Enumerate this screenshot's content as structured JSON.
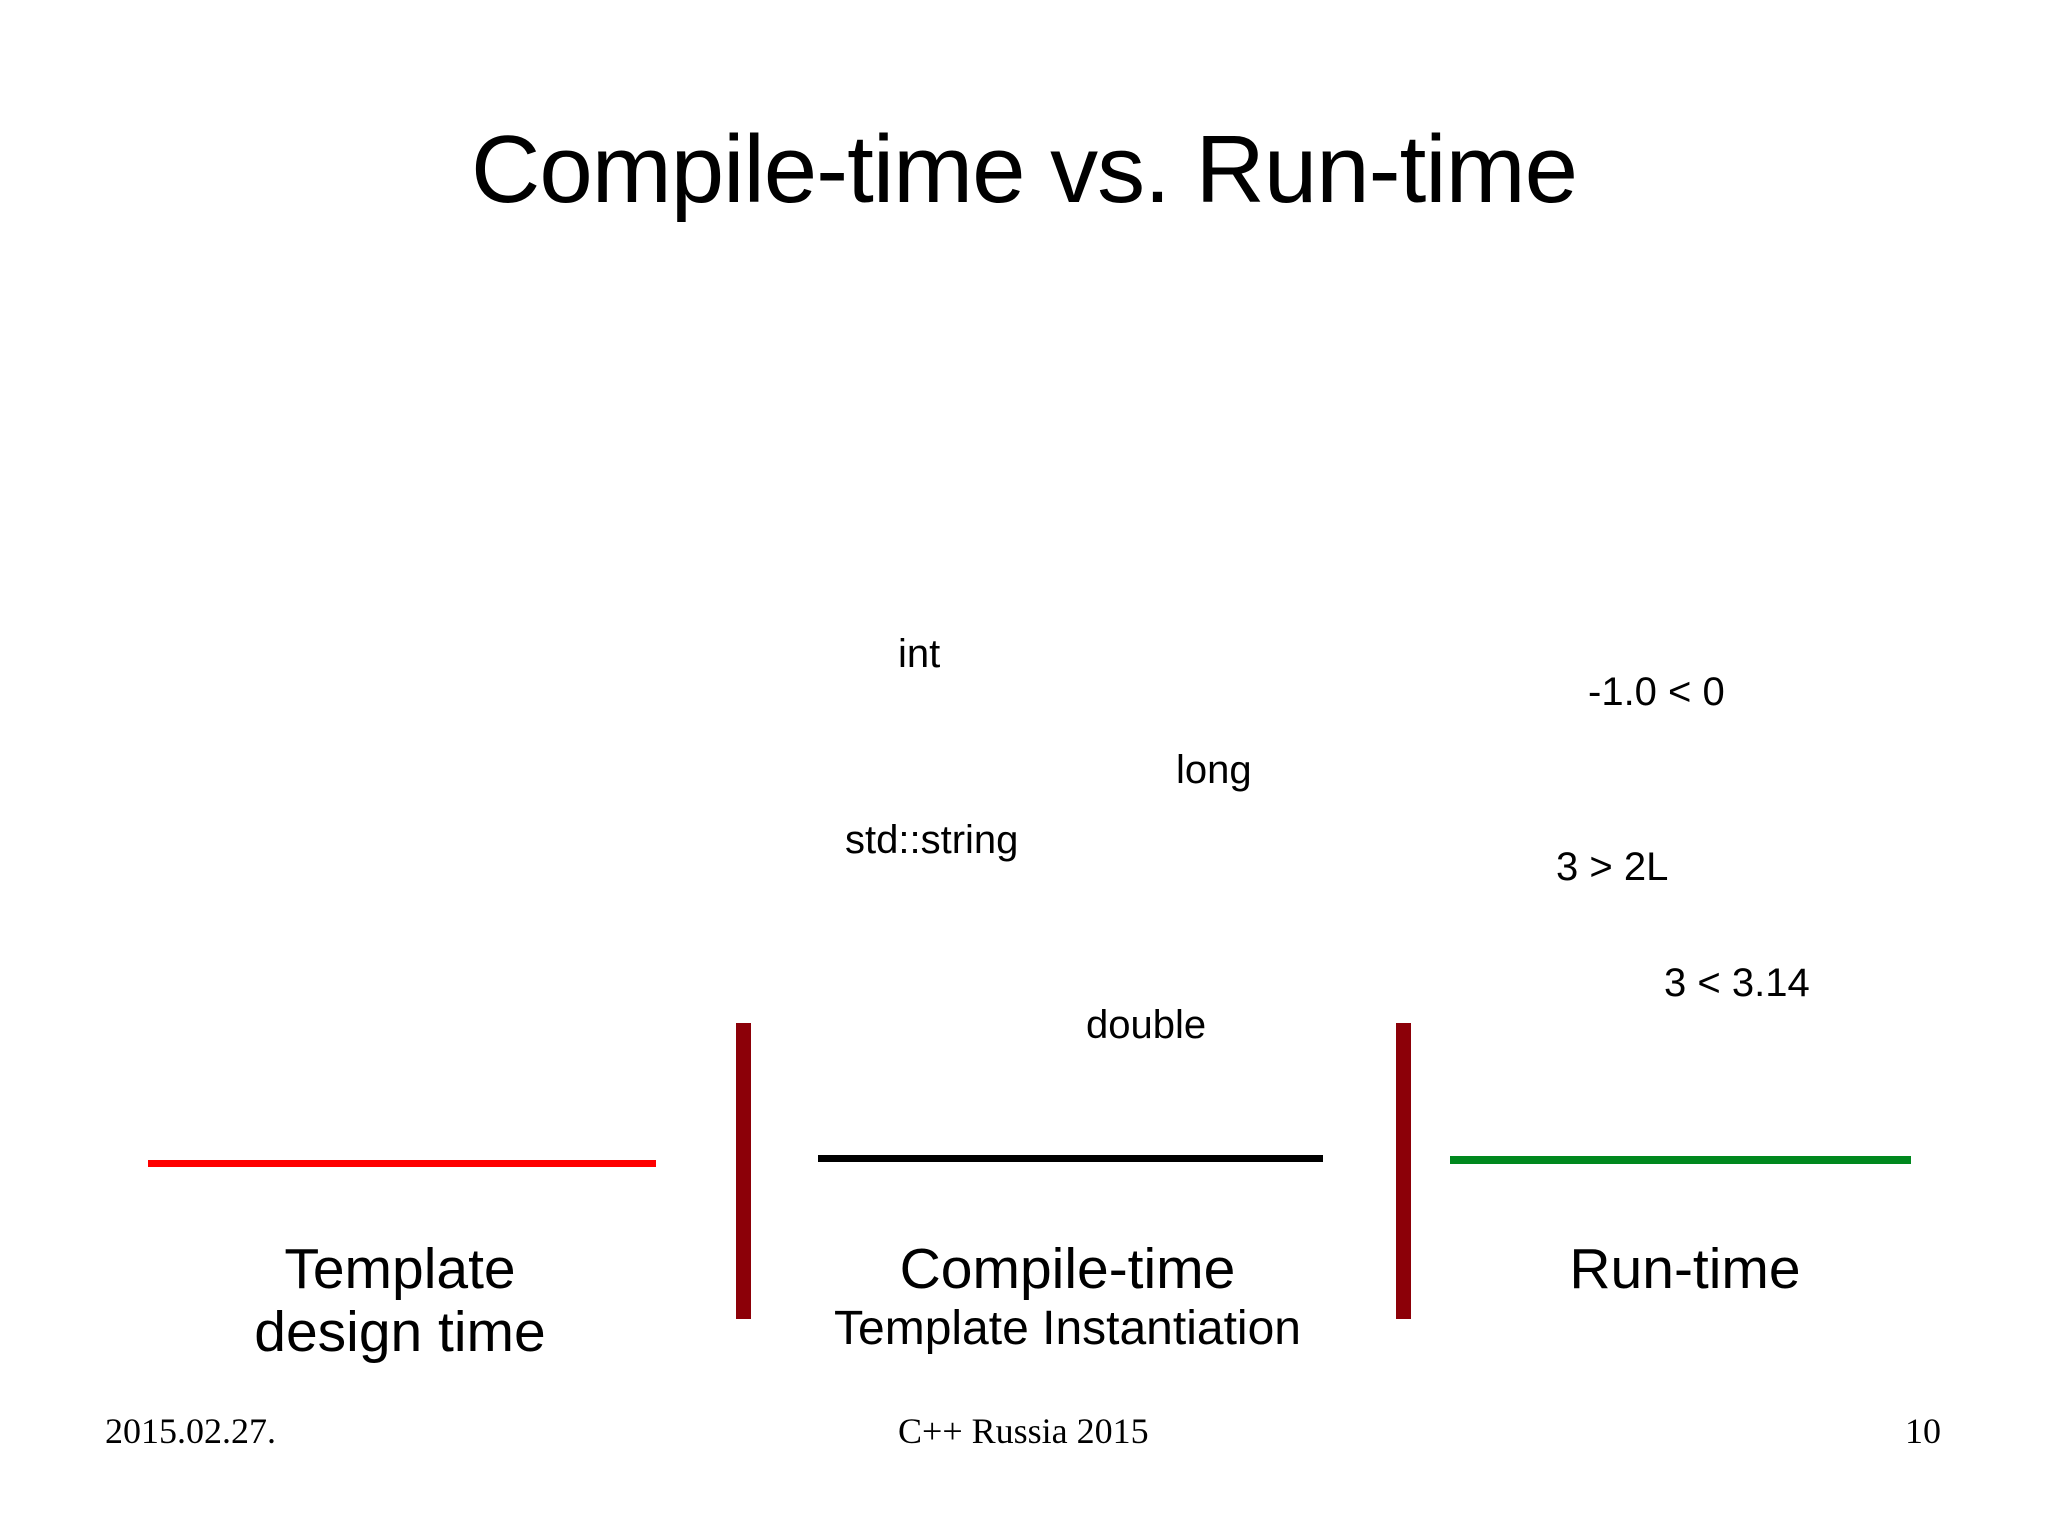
{
  "slide": {
    "title": "Compile-time vs. Run-time",
    "background_color": "#ffffff",
    "text_color": "#000000"
  },
  "diagram": {
    "type_labels": [
      {
        "name": "int",
        "text": "int"
      },
      {
        "name": "long",
        "text": "long"
      },
      {
        "name": "std-string",
        "text": "std::string"
      },
      {
        "name": "double",
        "text": "double"
      }
    ],
    "expression_labels": [
      {
        "name": "expr-neg-one-lt-zero",
        "text": "-1.0 < 0"
      },
      {
        "name": "expr-three-gt-two-l",
        "text": "3 > 2L"
      },
      {
        "name": "expr-three-lt-pi",
        "text": "3 < 3.14"
      }
    ],
    "phases": [
      {
        "name": "template-design-time",
        "rule_color": "#fe0000",
        "caption_line_1": "Template",
        "caption_line_2": "design time"
      },
      {
        "name": "compile-time",
        "rule_color": "#000000",
        "caption_main": "Compile-time",
        "caption_sub": "Template Instantiation"
      },
      {
        "name": "run-time",
        "rule_color": "#00881e",
        "caption_main": "Run-time"
      }
    ],
    "divider_color": "#8c0008"
  },
  "footer": {
    "date": "2015.02.27.",
    "event": "C++ Russia 2015",
    "page_number": "10"
  }
}
